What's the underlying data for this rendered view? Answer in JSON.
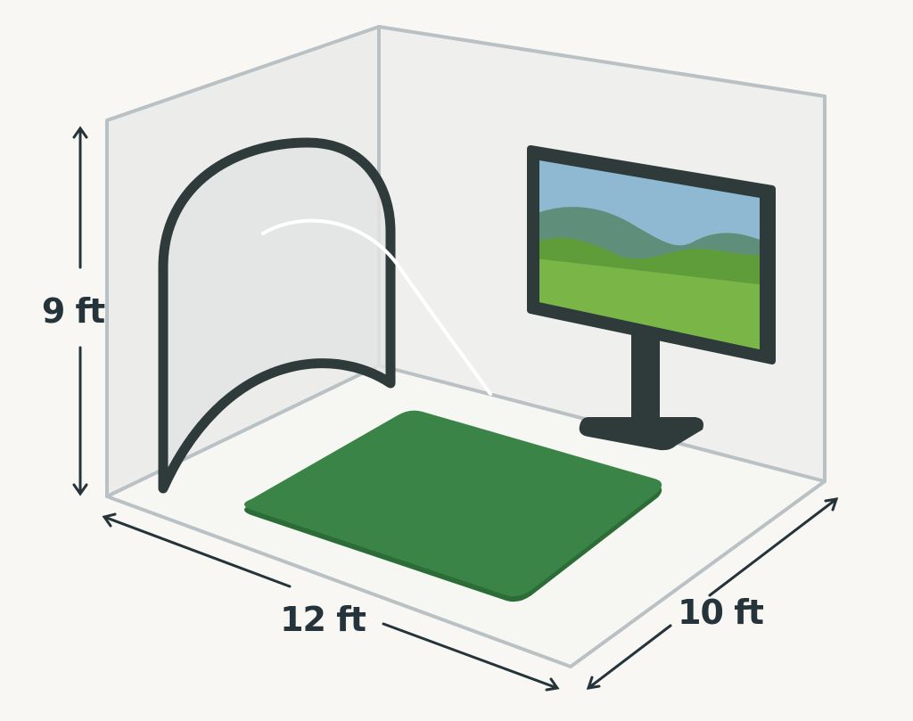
{
  "dimensions": {
    "height": "9 ft",
    "width": "12 ft",
    "depth": "10 ft"
  },
  "colors": {
    "background": "#f8f7f3",
    "room_edge": "#b9c1c4",
    "wall_fill": "#ececea",
    "floor_fill": "#f6f6f3",
    "frame_dark": "#2f3b3b",
    "net_fill": "#e3e4e4",
    "mat_green": "#3b8447",
    "mat_shadow": "#2c6c37",
    "sky": "#8fb9d3",
    "hills": "#5f8e7a",
    "grass_light": "#7ab548",
    "grass_dark": "#5e9d3a",
    "ball_path": "#ffffff",
    "label_text": "#24343a"
  },
  "icons": {
    "net": "golf-net-icon",
    "screen": "monitor-icon",
    "mat": "hitting-mat-icon"
  }
}
